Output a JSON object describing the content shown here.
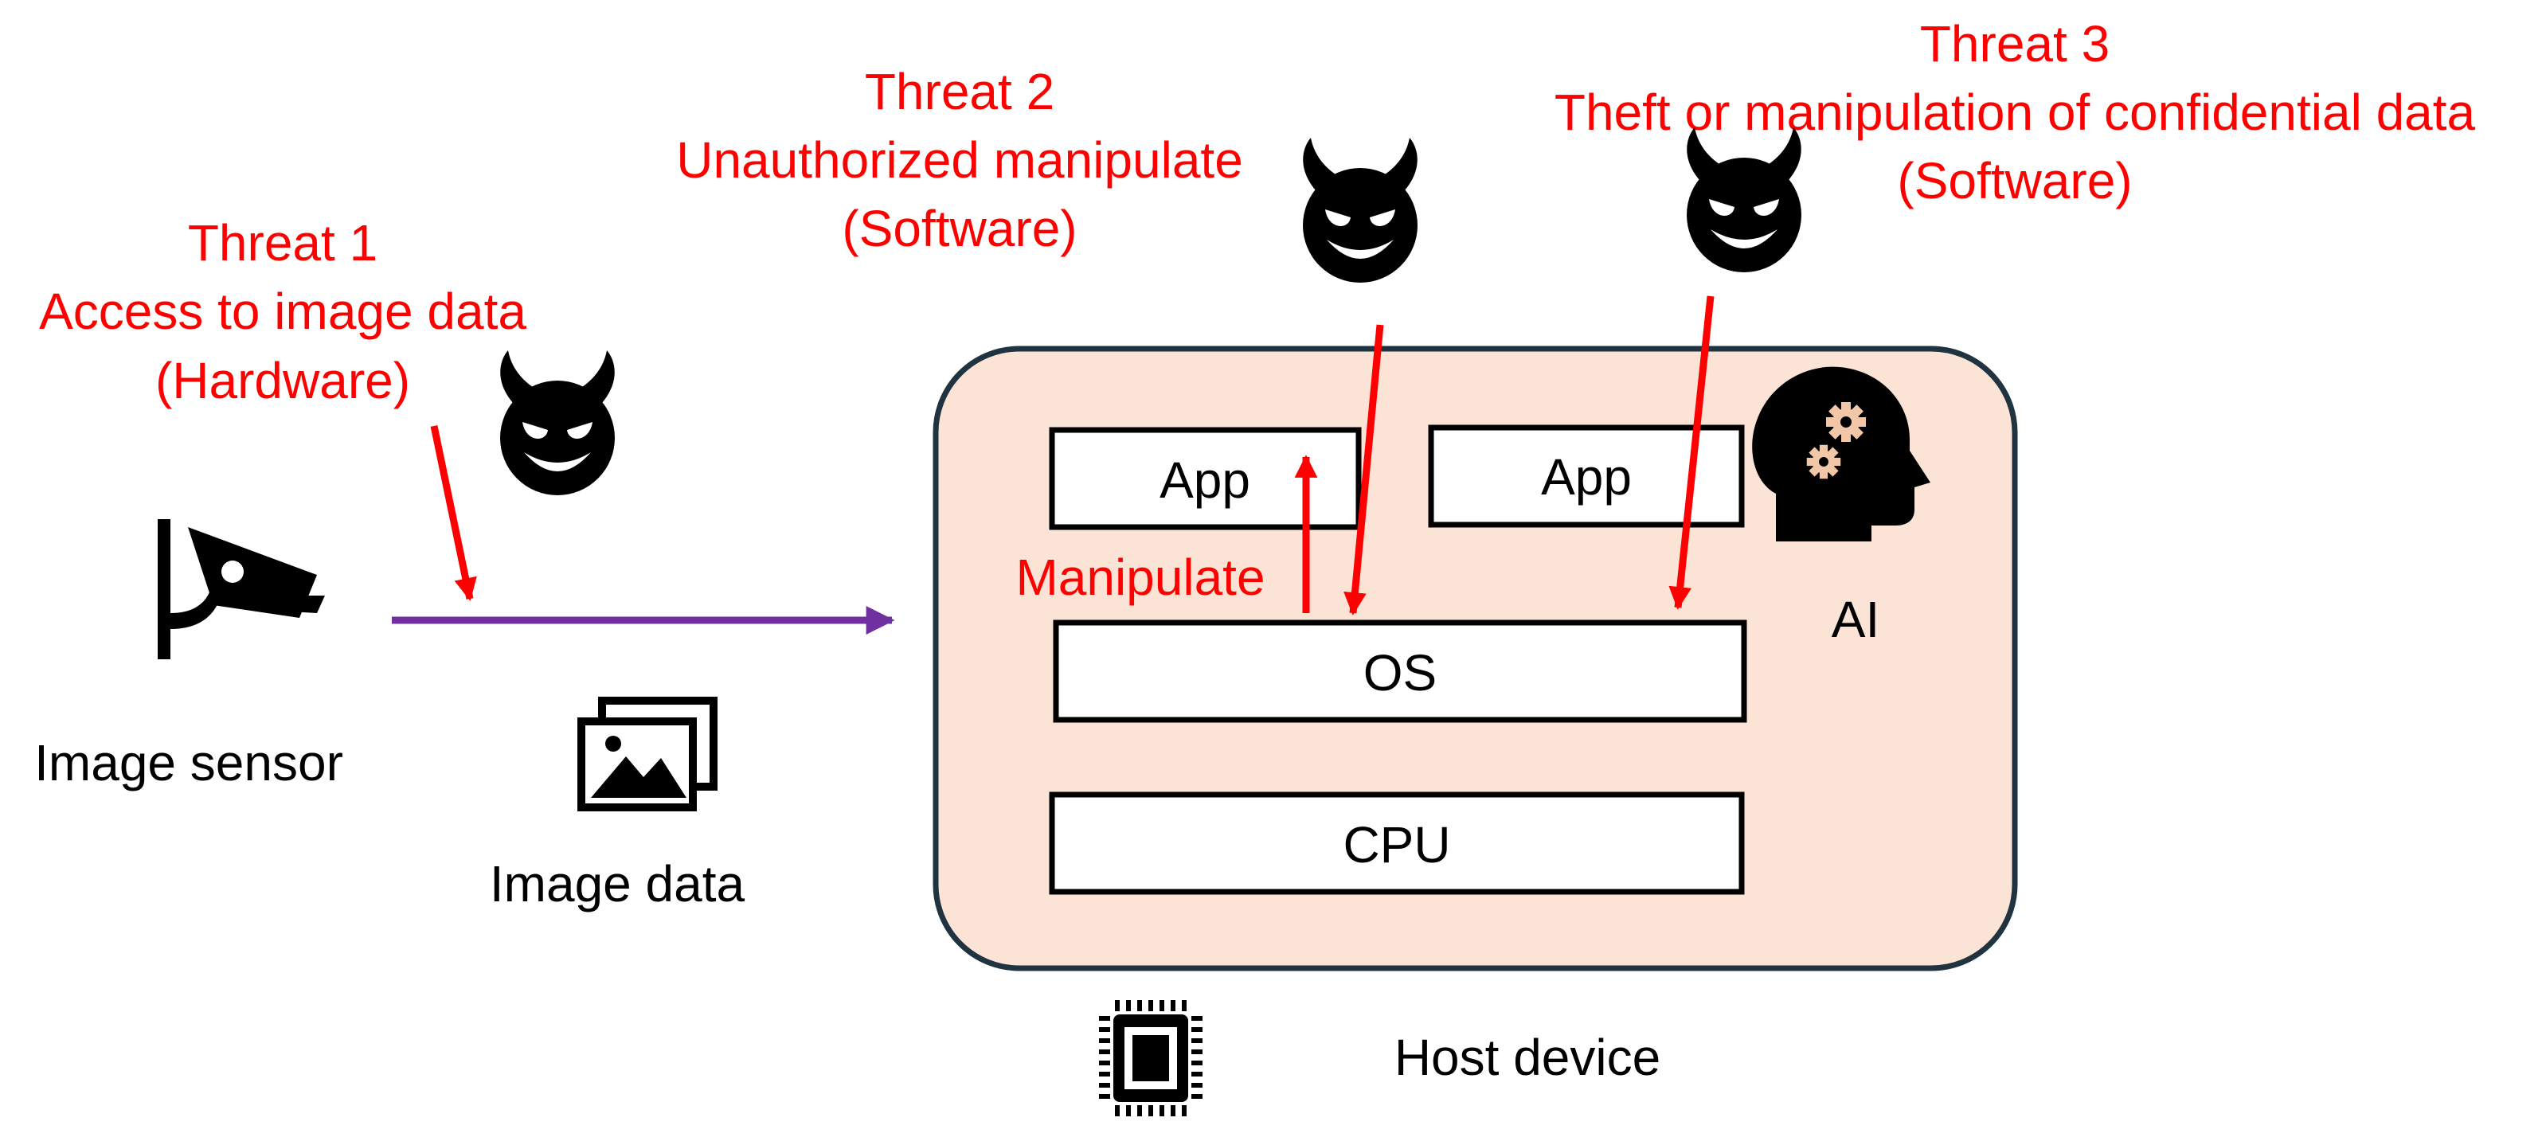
{
  "threats": [
    {
      "title": "Threat 1",
      "description": "Access to image data",
      "category": "(Hardware)"
    },
    {
      "title": "Threat 2",
      "description": "Unauthorized manipulate",
      "category": "(Software)"
    },
    {
      "title": "Threat 3",
      "description": "Theft or manipulation of confidential data",
      "category": "(Software)"
    }
  ],
  "image_sensor": {
    "label": "Image sensor",
    "icon": "security-camera-icon"
  },
  "image_data": {
    "label": "Image data",
    "icon": "image-gallery-icon"
  },
  "host_device": {
    "label": "Host device",
    "icon": "cpu-chip-icon",
    "app_1": "App",
    "app_2": "App",
    "os": "OS",
    "cpu": "CPU",
    "ai_label": "AI",
    "ai_icon": "head-gears-icon",
    "manipulate_label": "Manipulate"
  },
  "attacker_icon": "devil-face-icon",
  "colors": {
    "threat": "#ff0000",
    "data_flow": "#7030a0",
    "host_fill": "#fbe3d6",
    "host_border": "#1f3340",
    "icon": "#000000"
  }
}
